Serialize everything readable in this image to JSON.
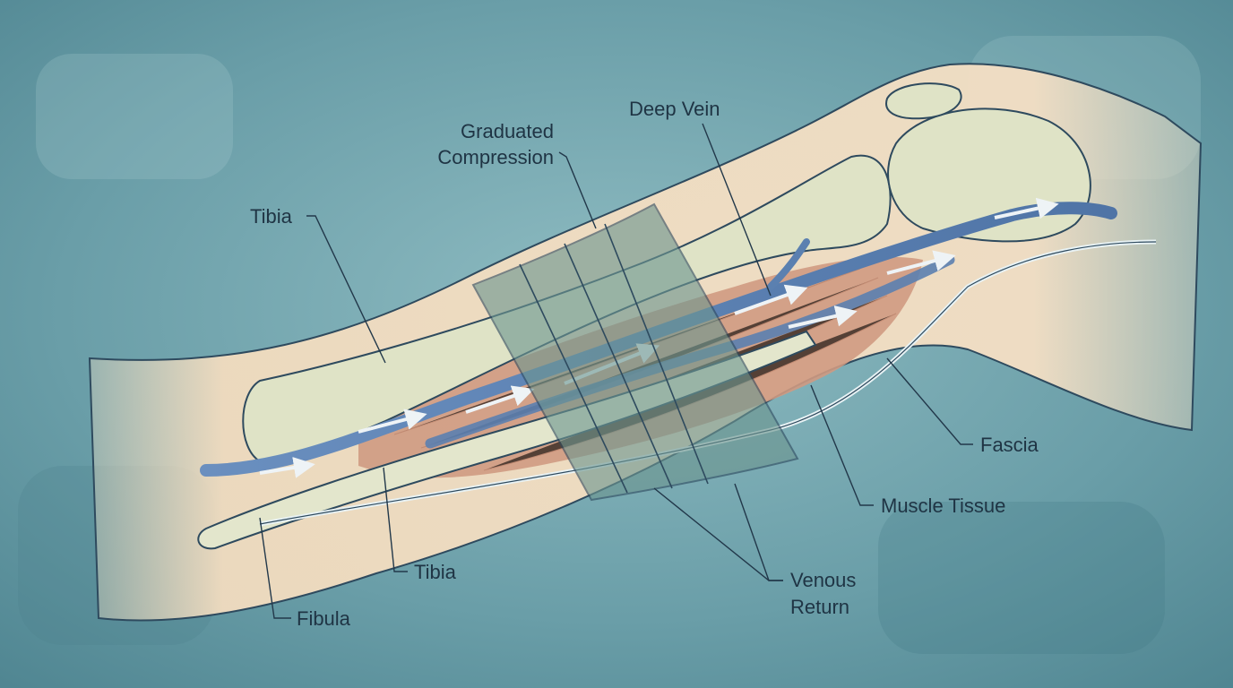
{
  "labels": {
    "deep_vein": "Deep Vein",
    "graduated_line1": "Graduated",
    "graduated_line2": "Compression",
    "tibia_top": "Tibia",
    "tibia_bottom": "Tibia",
    "fibula": "Fibula",
    "fascia": "Fascia",
    "muscle_tissue": "Muscle Tissue",
    "venous_line1": "Venous",
    "venous_line2": "Return"
  },
  "colors": {
    "background": "#6fa2aa",
    "skin": "#f2dcbf",
    "bone": "#dfe3c6",
    "muscle": "#cf9a82",
    "vein": "#5b80b0",
    "compression_band": "#6d9690",
    "label_text": "#1f3444"
  }
}
